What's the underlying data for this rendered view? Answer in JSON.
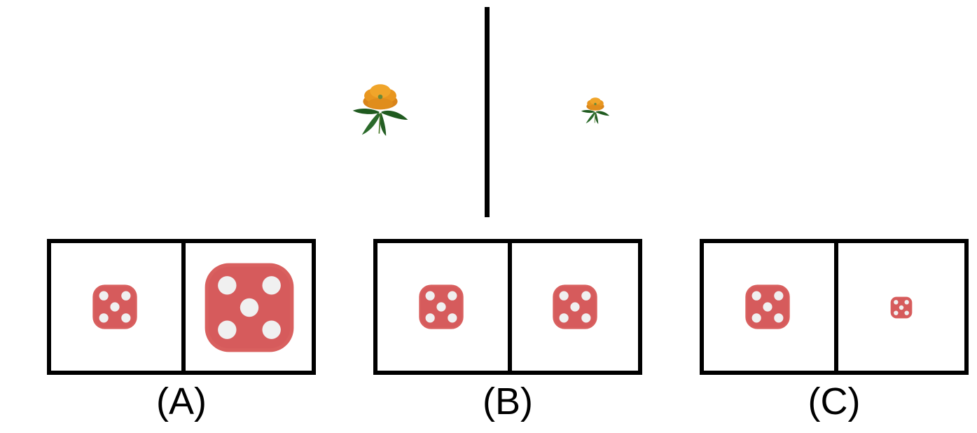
{
  "reference": {
    "left_object": "flower-icon",
    "right_object": "flower-icon"
  },
  "options": [
    {
      "label": "(A)",
      "left_object": "die-five-icon",
      "right_object": "die-five-icon"
    },
    {
      "label": "(B)",
      "left_object": "die-five-icon",
      "right_object": "die-five-icon"
    },
    {
      "label": "(C)",
      "left_object": "die-five-icon",
      "right_object": "die-five-icon"
    }
  ],
  "colors": {
    "die_face": "#d9605f",
    "die_pip": "#f0f0f0",
    "petal": "#e8961f",
    "leaf": "#1f5a1f",
    "line": "#000000"
  }
}
